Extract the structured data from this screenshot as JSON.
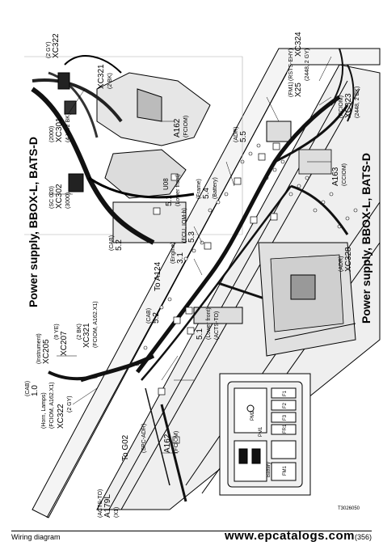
{
  "footer": {
    "section": "Wiring diagram",
    "page": "(356)",
    "watermark": "www.epcatalogs.com"
  },
  "diagram": {
    "figure_id": "T3026050",
    "titles": [
      "Power supply, BBOX-L, BATS-D",
      "Power supply, BBOX-L, BATS-D"
    ],
    "labels": {
      "xc322_top": "XC322",
      "xc322_top_sub": "(2 GY)",
      "xc321_top": "XC321",
      "xc321_top_sub": "(2 BK)",
      "xc301": "XC301",
      "xc301_sub": "(2000)",
      "xc301_sub2": "(4 X2.2 BK)",
      "xc302": "XC302",
      "xc302_sub": "(SC 020)",
      "xc302_sub2": "(3000)",
      "a162_top": "A162",
      "a162_top_sub": "(FCIOM)",
      "cab_52_top": "5.2",
      "cab_52_top_sub": "(CAB)",
      "lf_51_top": "5.1",
      "lf_51_top_sub": "(Lower front)",
      "u08": "U08",
      "xc324": "XC324",
      "xc324_sub": "(RSTS-EHY)",
      "xc324_sub2": "(2448, 2 GY)",
      "x25": "X25",
      "x25_sub": "(FM1)",
      "adr_55": "5.5",
      "adr_55_sub": "(ADR)",
      "frame_54": "5.4",
      "frame_54_sub": "(Frame)",
      "frame_54_sub2": "(Battery)",
      "ecu_53": "5.3",
      "ecu_53_sub": "(ECU, IOM-b)",
      "a163": "A163",
      "a163_sub": "(CCIOM)",
      "xc323": "XC323",
      "xc323_sub": "(RCIOM)",
      "xc323_sub2": "(2448, 2 BK)",
      "engine_31": "3.1",
      "engine_31_sub": "(Engine)",
      "to_a124": "To A124",
      "xc328": "XC328",
      "xc328_sub": "(ADR)",
      "cab_52_mid": "5.2",
      "cab_52_mid_sub": "(CAB)",
      "lf_51_mid": "5.1",
      "lf_51_mid_sub": "(Lower front)",
      "lf_51_mid_sub2": "(ACTS-TO)",
      "xc205": "XC205",
      "xc205_sub": "(Instrument)",
      "xc207": "XC207",
      "xc207_sub": "(9 YE)",
      "xc321_left": "XC321",
      "xc321_left_sub": "(2 BK)",
      "xc321_left_sub2": "(FCIOM, A162.X1)",
      "xc322_left": "XC322",
      "xc322_left_sub": "(2 GY)",
      "xc322_left_sub2": "(FCIOM, A162.X1)",
      "horn_lamps": "(Horn, Lamps)",
      "cab_10": "1.0",
      "cab_10_sub": "(CAB)",
      "to_g02": "To G02",
      "to_g02_sub": "(SPC-ADR)",
      "a162_bottom": "A162",
      "a162_bottom_sub": "(FCIOM)",
      "a179l": "A179L",
      "a179l_sub": "(ACTS-TO)",
      "a179l_sub2": "(X1)",
      "fuse_pm2": "PM2",
      "fuse_pm1": "PM1",
      "fuse_battery": "Battery",
      "fuse_fm1": "FM1",
      "fuse_fr1": "FR1",
      "fuse_f1": "F1",
      "fuse_f2": "F2",
      "fuse_f3": "F3"
    }
  }
}
